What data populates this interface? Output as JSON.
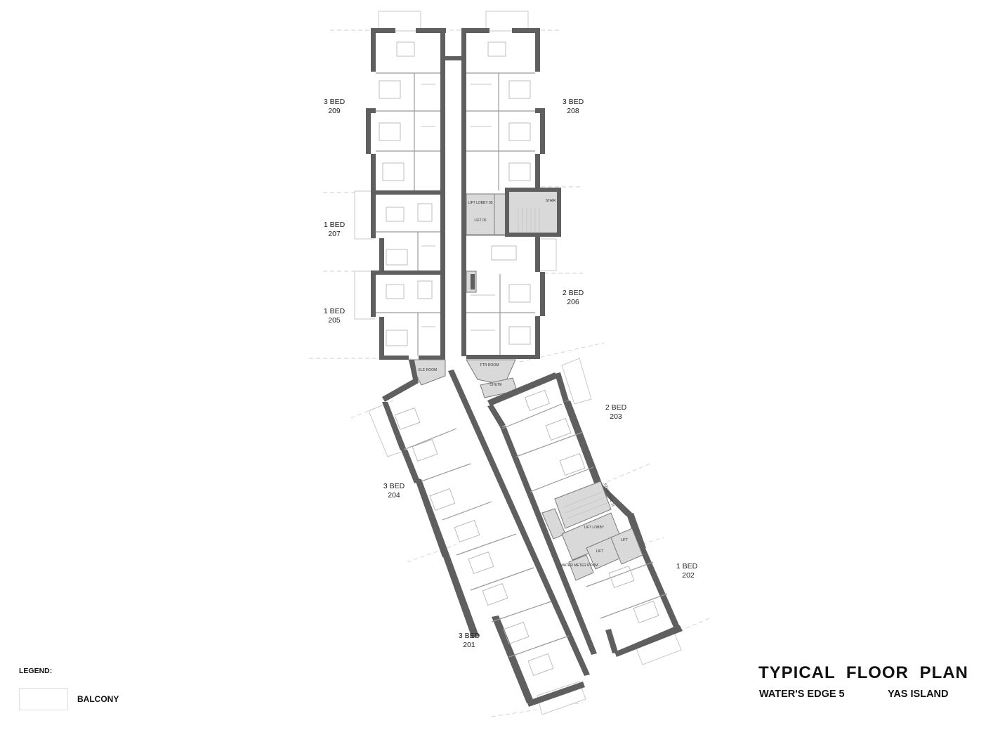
{
  "title": "TYPICAL  FLOOR  PLAN",
  "project": "WATER'S EDGE 5",
  "location": "YAS ISLAND",
  "legend": {
    "heading": "LEGEND:",
    "items": [
      {
        "label": "BALCONY"
      }
    ]
  },
  "units": [
    {
      "type": "3 BED",
      "number": "209"
    },
    {
      "type": "3 BED",
      "number": "208"
    },
    {
      "type": "1 BED",
      "number": "207"
    },
    {
      "type": "1 BED",
      "number": "205"
    },
    {
      "type": "2 BED",
      "number": "206"
    },
    {
      "type": "2 BED",
      "number": "203"
    },
    {
      "type": "3 BED",
      "number": "204"
    },
    {
      "type": "1 BED",
      "number": "202"
    },
    {
      "type": "3 BED",
      "number": "201"
    }
  ],
  "cores": {
    "lift_lobby_upper": "LIFT LOBBY 05",
    "lift_upper": "LIFT 05",
    "stair_upper": "STAIR",
    "ele_room": "ELE ROOM",
    "ftr_room": "FTR ROOM",
    "chute": "CHUTE",
    "stair_lower": "STAIR TYPE 11",
    "lift_lobby_lower": "LIFT LOBBY",
    "lift_lower_a": "LIFT",
    "lift_lower_b": "LIFT",
    "water_meter": "WATER METER ROOM"
  }
}
